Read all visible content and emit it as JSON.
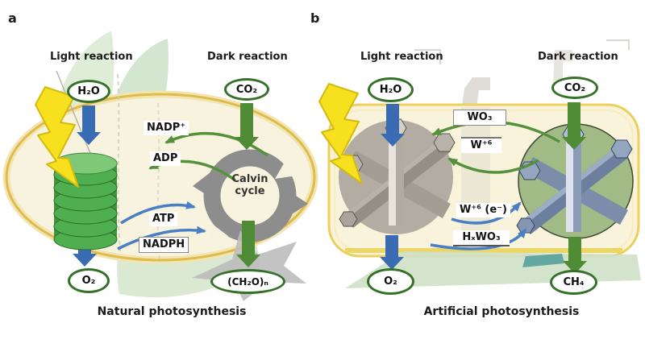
{
  "colors": {
    "oval_border_green": "#36712a",
    "arrow_blue": "#3a6cb4",
    "arrow_green": "#4f8c35",
    "lightning_yellow": "#f7e11f",
    "calvin_gray": "#8d8d8d",
    "chloroplast_border": "#e0bb4a",
    "reactor_fill": "#f9f3db",
    "gray_sphere": "#b3aca3",
    "green_sphere": "#a2ba85"
  },
  "panel_a": {
    "label": "a",
    "light_reaction_label": "Light reaction",
    "dark_reaction_label": "Dark reaction",
    "h2o_oval": "H₂O",
    "co2_oval": "CO₂",
    "nadp_label": "NADP⁺",
    "adp_label": "ADP",
    "atp_label": "ATP",
    "nadph_label": "NADPH",
    "calvin_cycle_label": "Calvin cycle",
    "o2_oval": "O₂",
    "carbohydrate_oval": "(CH₂O)ₙ",
    "caption": "Natural photosynthesis"
  },
  "panel_b": {
    "label": "b",
    "light_reaction_label": "Light reaction",
    "dark_reaction_label": "Dark reaction",
    "h2o_oval": "H₂O",
    "co2_oval": "CO₂",
    "wo3_label": "WO₃",
    "w6_label": "W⁺⁶",
    "w6e_label": "W⁺⁶ (e⁻)",
    "hxwo3_label": "HₓWO₃",
    "o2_oval": "O₂",
    "ch4_oval": "CH₄",
    "caption": "Artificial photosynthesis"
  }
}
